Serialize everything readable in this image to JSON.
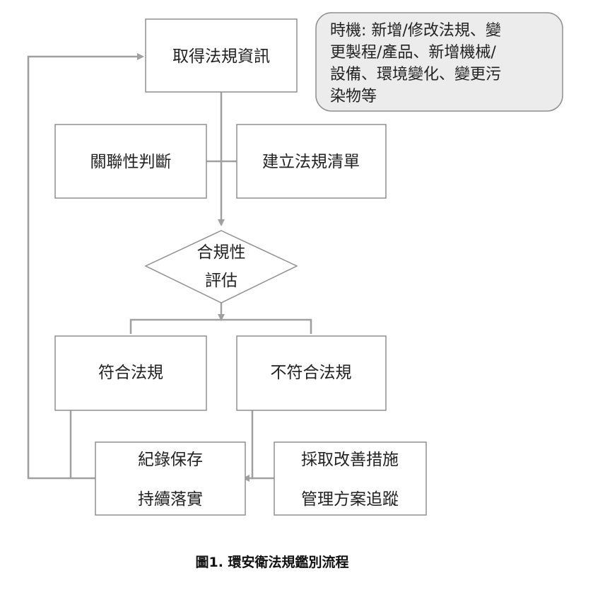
{
  "diagram": {
    "colors": {
      "box_stroke": "#8f8f8f",
      "line": "#a0a0a0",
      "note_fill": "#ececec",
      "text": "#222222"
    },
    "nodes": {
      "obtain_info": "取得法規資訊",
      "relevance": "關聯性判斷",
      "build_list": "建立法規清單",
      "assessment_line1": "合規性",
      "assessment_line2": "評估",
      "compliant": "符合法規",
      "noncompliant": "不符合法規",
      "record_line1": "紀錄保存",
      "record_line2": "持續落實",
      "improve_line1": "採取改善措施",
      "improve_line2": "管理方案追蹤"
    },
    "note": {
      "lines": [
        "時機: 新增/修改法規、變",
        "更製程/產品、新增機械/",
        "設備、環境變化、變更污",
        "染物等"
      ]
    }
  },
  "caption": "圖1. 環安衛法規鑑別流程"
}
